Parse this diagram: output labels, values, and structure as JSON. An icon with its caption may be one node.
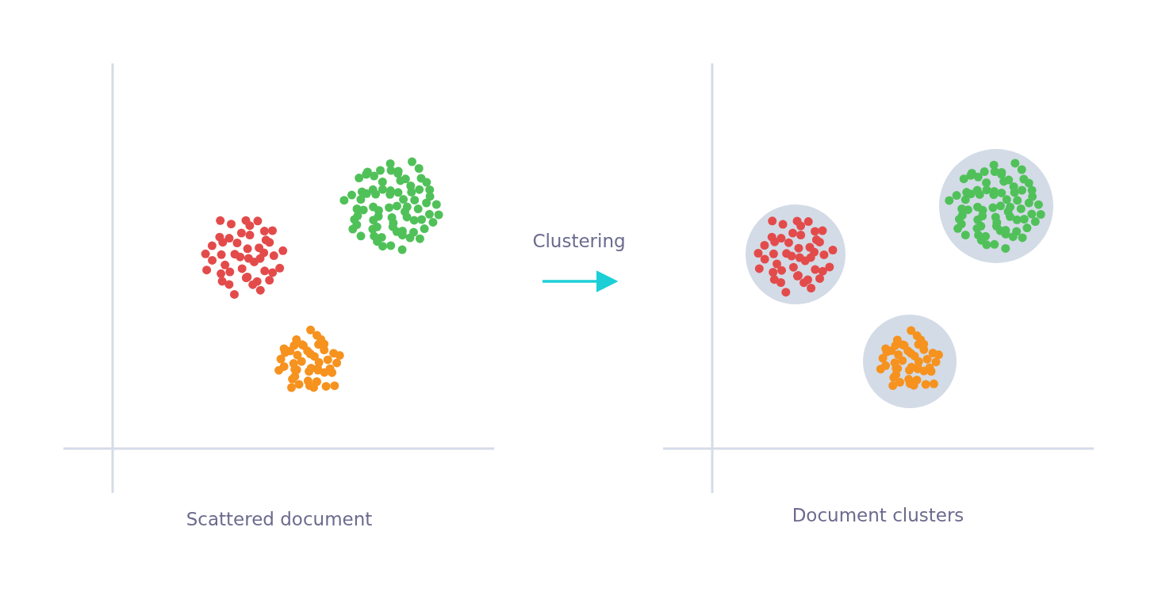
{
  "diagram": {
    "nodes": [
      {
        "text": [],
        "shape": "picture",
        "beside": [
          "Scattered document"
        ]
      },
      {
        "text": [],
        "shape": "picture",
        "beside": [
          "Document clusters"
        ]
      }
    ],
    "edges": [
      {
        "from": 0,
        "to": 1,
        "arrow": "to",
        "label": "Clustering"
      }
    ]
  }
}
